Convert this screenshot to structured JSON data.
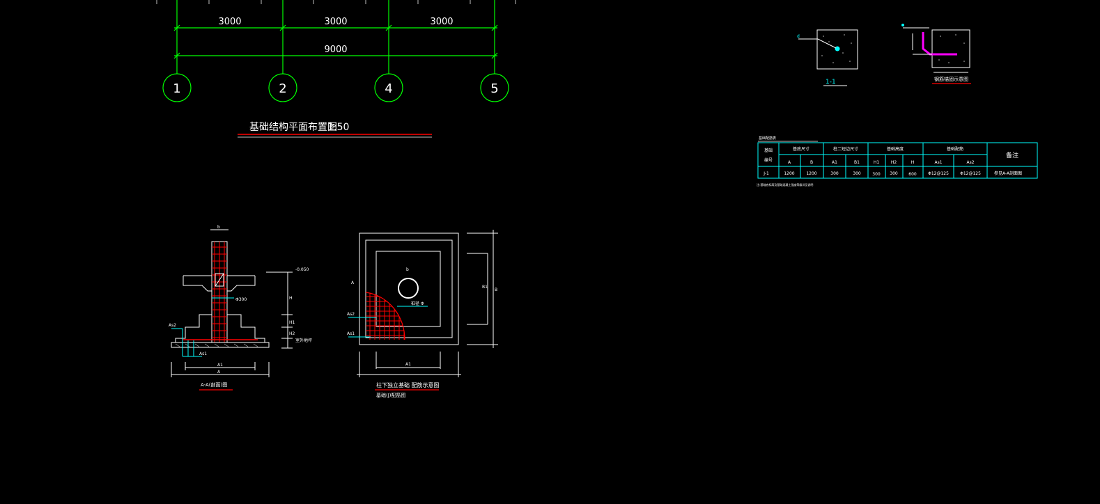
{
  "plan": {
    "dims": [
      "3000",
      "3000",
      "3000"
    ],
    "total": "9000",
    "axes": [
      "1",
      "2",
      "4",
      "5"
    ],
    "title": "基础结构平面布置图",
    "scale": "1:50"
  },
  "section_aa": {
    "label": "A-A(剖面)图",
    "labels": {
      "dim_top": "b",
      "elev": "-0.050",
      "ground": "室外地坪",
      "diam": "Φ300",
      "as2": "As2",
      "as1": "As1",
      "a1": "A1",
      "a": "A",
      "h": "H",
      "h1": "H1",
      "h2": "H2"
    }
  },
  "plan_detail": {
    "title": "柱下独立基础 配筋示意图",
    "subtitle": "基础(J)配筋图",
    "labels": {
      "a": "A",
      "b": "B",
      "b1": "B1",
      "a1": "A1",
      "as2": "As2",
      "as1": "As1",
      "b_dim": "b",
      "pile": "桩径 Φ"
    }
  },
  "detail_11": {
    "label": "1-1"
  },
  "detail_2": {
    "label": "钢筋锚固示意图"
  },
  "table": {
    "caption": "基础配筋表",
    "group_headers": [
      "基底尺寸",
      "柱二短边尺寸",
      "基础高度",
      "基础配筋",
      "备注"
    ],
    "id_header": [
      "基础",
      "编号"
    ],
    "sub_headers": [
      "A",
      "B",
      "A1",
      "B1",
      "H1",
      "H2",
      "H",
      "As1",
      "As2"
    ],
    "rows": [
      [
        "J-1",
        "1200",
        "1200",
        "300",
        "300",
        "300",
        "300",
        "600",
        "Φ12@125",
        "Φ12@125",
        "参见A-A剖面图"
      ]
    ],
    "note": "注:基础底标高及基础混凝土强度等级详见说明"
  },
  "colors": {
    "green": "#00ff00",
    "red": "#ff0000",
    "white": "#ffffff",
    "cyan": "#00ffff",
    "magenta": "#ff00ff",
    "grey": "#c0c0c0"
  }
}
